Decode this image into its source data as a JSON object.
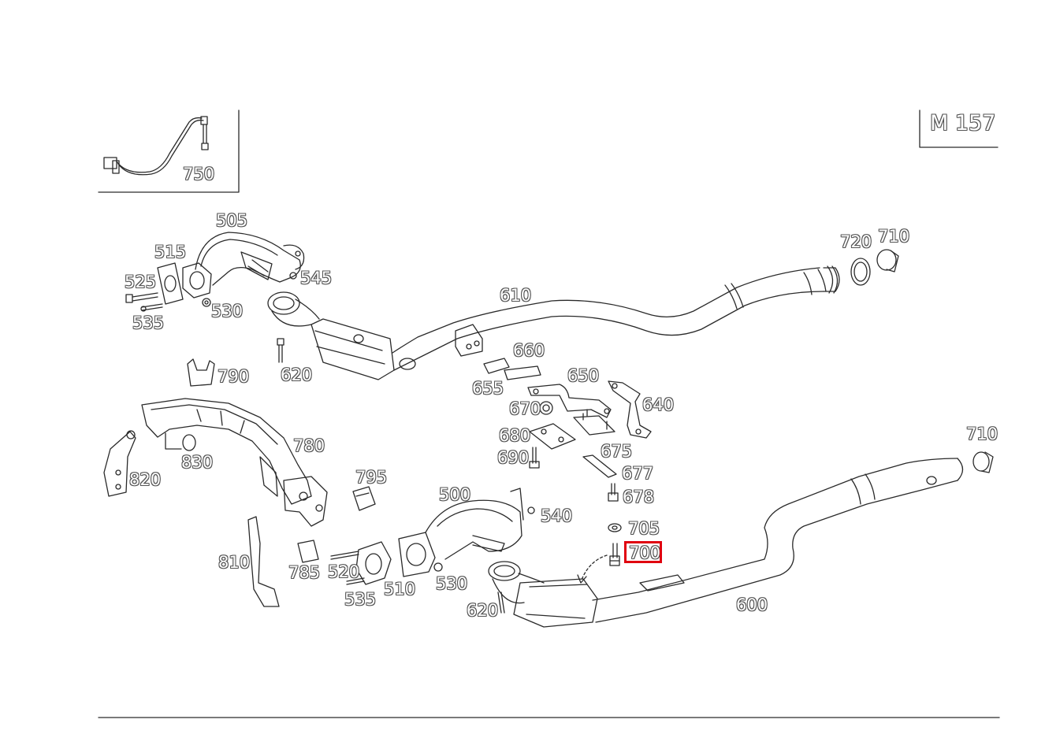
{
  "model_code": "M 157",
  "highlight_label": "700",
  "labels": {
    "p750": "750",
    "p505": "505",
    "p515": "515",
    "p525": "525",
    "p535a": "535",
    "p530a": "530",
    "p545": "545",
    "p610": "610",
    "p620a": "620",
    "p720": "720",
    "p710a": "710",
    "p790": "790",
    "p660": "660",
    "p655": "655",
    "p650": "650",
    "p670": "670",
    "p640": "640",
    "p780": "780",
    "p830": "830",
    "p820": "820",
    "p680": "680",
    "p690": "690",
    "p675": "675",
    "p677": "677",
    "p678": "678",
    "p710b": "710",
    "p795": "795",
    "p500": "500",
    "p540": "540",
    "p705": "705",
    "p700": "700",
    "p810": "810",
    "p785": "785",
    "p520": "520",
    "p510": "510",
    "p530b": "530",
    "p535b": "535",
    "p620b": "620",
    "p600": "600"
  },
  "colors": {
    "line": "#2a2a2a",
    "highlight": "#e0000f",
    "background": "#ffffff"
  }
}
